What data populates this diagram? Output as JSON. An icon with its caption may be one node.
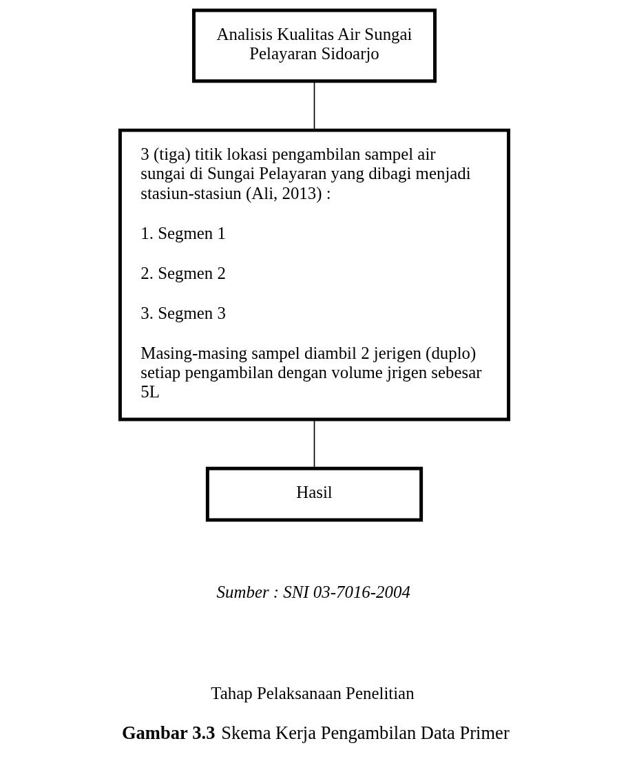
{
  "diagram": {
    "caption": "**Gambar 3.3** Skema Kerja Pengambilan Data Primer",
    "nodes": [
      {
        "text": [
          "Analisis Kualitas Air Sungai Pelayaran Sidoarjo"
        ]
      },
      {
        "text": [
          "3 (tiga) titik lokasi pengambilan sampel air sungai di Sungai Pelayaran yang dibagi menjadi stasiun-stasiun (Ali, 2013) :",
          "1. Segmen 1",
          "2. Segmen 2",
          "3. Segmen 3",
          "Masing-masing sampel diambil 2 jerigen (duplo) setiap pengambilan dengan volume jrigen sebesar 5L"
        ]
      },
      {
        "text": [
          "Hasil"
        ]
      }
    ],
    "edges": [
      {
        "from": 0,
        "to": 1,
        "arrow": "none"
      },
      {
        "from": 1,
        "to": 2,
        "arrow": "none"
      }
    ],
    "labels": [
      "Sumber : SNI 03-7016-2004",
      "Tahap Pelaksanaan Penelitian"
    ]
  }
}
